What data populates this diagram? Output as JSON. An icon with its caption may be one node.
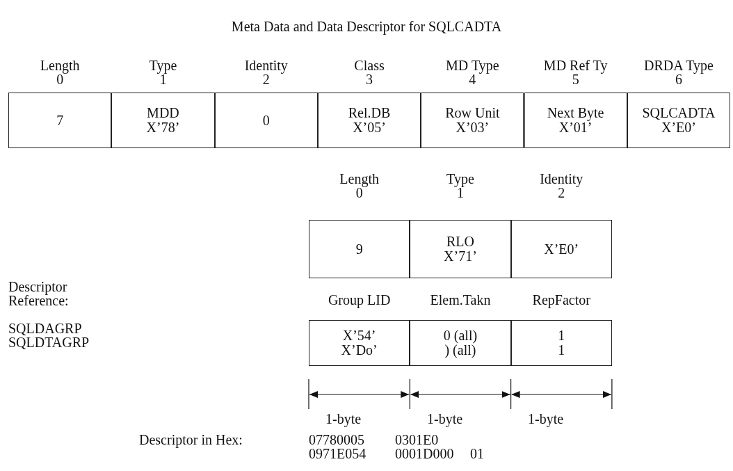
{
  "diagram": {
    "title": "Meta Data and Data Descriptor for SQLCADTA",
    "nodes": [
      {
        "text": [
          "Length 0",
          "7"
        ]
      },
      {
        "text": [
          "Type 1",
          "MDD X’78’"
        ]
      },
      {
        "text": [
          "Identity 2",
          "0"
        ]
      },
      {
        "text": [
          "Class 3",
          "Rel.DB X’05’"
        ]
      },
      {
        "text": [
          "MD Type 4",
          "Row Unit X’03’"
        ]
      },
      {
        "text": [
          "MD Ref Ty 5",
          "Next Byte X’01’"
        ]
      },
      {
        "text": [
          "DRDA Type 6",
          "SQLCADTA X’E0’"
        ]
      },
      {
        "text": [
          "Length 0",
          "9"
        ]
      },
      {
        "text": [
          "Type 1",
          "RLO X’71’"
        ]
      },
      {
        "text": [
          "Identity 2",
          "X’E0’"
        ]
      },
      {
        "text": [
          "Group LID",
          "X’54’",
          "X’Do’"
        ]
      },
      {
        "text": [
          "Elem.Takn",
          "0 (all)",
          ") (all)"
        ]
      },
      {
        "text": [
          "RepFactor",
          "1",
          "1"
        ]
      }
    ],
    "edges": [],
    "labels": [
      "Descriptor Reference:",
      "SQLDAGRP",
      "SQLDTAGRP",
      "1-byte",
      "1-byte",
      "1-byte",
      "Descriptor in Hex:",
      "07780005",
      "0301E0",
      "0971E054",
      "0001D000",
      "01"
    ]
  }
}
